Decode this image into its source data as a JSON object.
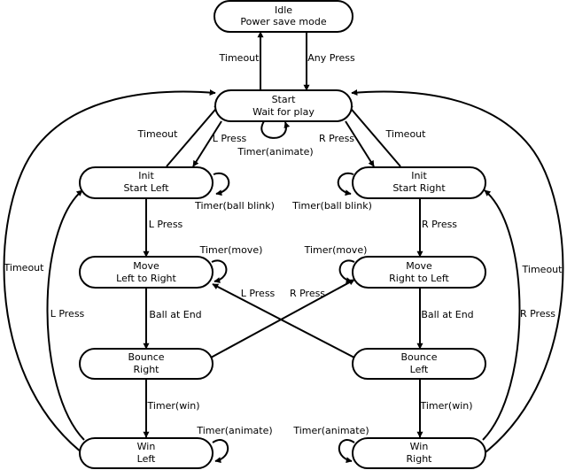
{
  "states": {
    "idle": {
      "line1": "Idle",
      "line2": "Power save mode"
    },
    "start": {
      "line1": "Start",
      "line2": "Wait for play"
    },
    "init_left": {
      "line1": "Init",
      "line2": "Start Left"
    },
    "init_right": {
      "line1": "Init",
      "line2": "Start Right"
    },
    "move_lr": {
      "line1": "Move",
      "line2": "Left to Right"
    },
    "move_rl": {
      "line1": "Move",
      "line2": "Right to Left"
    },
    "bounce_right": {
      "line1": "Bounce",
      "line2": "Right"
    },
    "bounce_left": {
      "line1": "Bounce",
      "line2": "Left"
    },
    "win_left": {
      "line1": "Win",
      "line2": "Left"
    },
    "win_right": {
      "line1": "Win",
      "line2": "Right"
    }
  },
  "transitions": {
    "idle_to_start": "Any Press",
    "start_to_idle": "Timeout",
    "start_self": "Timer(animate)",
    "start_to_init_left": "L Press",
    "init_left_to_start": "Timeout",
    "start_to_init_right": "R Press",
    "init_right_to_start": "Timeout",
    "init_left_self": "Timer(ball blink)",
    "init_right_self": "Timer(ball blink)",
    "init_left_to_move_lr": "L Press",
    "init_right_to_move_rl": "R Press",
    "move_lr_self": "Timer(move)",
    "move_rl_self": "Timer(move)",
    "move_lr_to_bounce_right": "Ball at End",
    "move_rl_to_bounce_left": "Ball at End",
    "bounce_left_to_move_lr": "L Press",
    "bounce_right_to_move_rl": "R Press",
    "bounce_right_to_win_left": "Timer(win)",
    "bounce_left_to_win_right": "Timer(win)",
    "win_left_self": "Timer(animate)",
    "win_right_self": "Timer(animate)",
    "win_left_to_init_left": "L Press",
    "win_right_to_init_right": "R Press",
    "win_left_to_start": "Timeout",
    "win_right_to_start": "Timeout"
  }
}
